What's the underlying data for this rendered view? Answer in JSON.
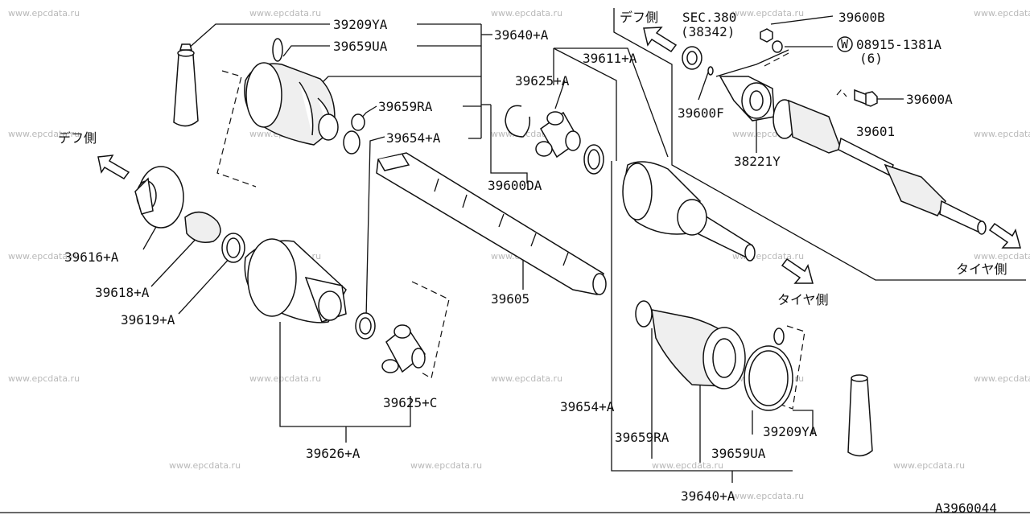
{
  "watermark": "www.epcdata.ru",
  "diagram_code": "A3960044",
  "labels": {
    "l_39209ya_top": "39209YA",
    "l_39659ua_top": "39659UA",
    "l_39640a_top": "39640+A",
    "l_39659ra_top": "39659RA",
    "l_39654a_top": "39654+A",
    "l_39625a": "39625+A",
    "l_39611a": "39611+A",
    "l_39600da": "39600DA",
    "l_39616a": "39616+A",
    "l_39618a": "39618+A",
    "l_39619a": "39619+A",
    "l_39605": "39605",
    "l_39625c": "39625+C",
    "l_39626a": "39626+A",
    "l_39654a_bot": "39654+A",
    "l_39659ra_bot": "39659RA",
    "l_39659ua_bot": "39659UA",
    "l_39209ya_bot": "39209YA",
    "l_39640a_bot": "39640+A",
    "l_sec380": "SEC.380",
    "l_38342": "(38342)",
    "l_39600b": "39600B",
    "l_08915": "08915-1381A",
    "l_6": "(6)",
    "l_w": "W",
    "l_39600a": "39600A",
    "l_39600f": "39600F",
    "l_38221y": "38221Y",
    "l_39601": "39601",
    "l_diff_left": "デフ側",
    "l_diff_top": "デフ側",
    "l_tire_mid": "タイヤ側",
    "l_tire_right": "タイヤ側"
  }
}
